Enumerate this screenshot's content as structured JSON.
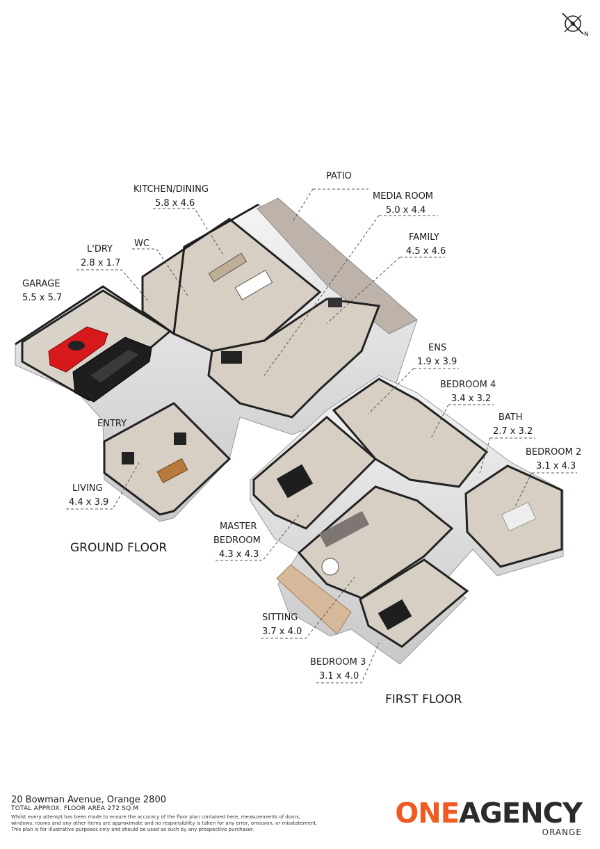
{
  "compass": {
    "icon": "compass-icon",
    "north_label": "N"
  },
  "rooms": [
    {
      "id": "patio",
      "name": "PATIO",
      "size": ""
    },
    {
      "id": "kitchen",
      "name": "KITCHEN/DINING",
      "size": "5.8 x 4.6"
    },
    {
      "id": "media",
      "name": "MEDIA ROOM",
      "size": "5.0 x 4.4"
    },
    {
      "id": "wc",
      "name": "WC",
      "size": ""
    },
    {
      "id": "laundry",
      "name": "L'DRY",
      "size": "2.8 x 1.7"
    },
    {
      "id": "family",
      "name": "FAMILY",
      "size": "4.5 x 4.6"
    },
    {
      "id": "garage",
      "name": "GARAGE",
      "size": "5.5 x 5.7"
    },
    {
      "id": "ens",
      "name": "ENS",
      "size": "1.9 x 3.9"
    },
    {
      "id": "bed4",
      "name": "BEDROOM 4",
      "size": "3.4 x 3.2"
    },
    {
      "id": "entry",
      "name": "ENTRY",
      "size": ""
    },
    {
      "id": "bath",
      "name": "BATH",
      "size": "2.7 x 3.2"
    },
    {
      "id": "bed2",
      "name": "BEDROOM 2",
      "size": "3.1 x 4.3"
    },
    {
      "id": "living",
      "name": "LIVING",
      "size": "4.4 x 3.9"
    },
    {
      "id": "master",
      "name": "MASTER",
      "name2": "BEDROOM",
      "size": "4.3 x 4.3"
    },
    {
      "id": "sitting",
      "name": "SITTING",
      "size": "3.7 x 4.0"
    },
    {
      "id": "bed3",
      "name": "BEDROOM 3",
      "size": "3.1 x 4.0"
    }
  ],
  "floors": {
    "ground": "GROUND FLOOR",
    "first": "FIRST FLOOR"
  },
  "footer": {
    "address": "20 Bowman Avenue, Orange 2800",
    "area": "TOTAL APPROX. FLOOR AREA 272 SQ.M",
    "disclaimer_1": "Whilst every attempt has been made to ensure the accuracy of the floor plan contained here, measurements of doors,",
    "disclaimer_2": "windows, rooms and any other items are approximate and no responsibility is taken for any error, omission, or misstatement.",
    "disclaimer_3": "This plan is for illustrative purposes only and should be used as such by any prospective purchaser."
  },
  "brand": {
    "part1": "ONE",
    "part2": "AGENCY",
    "sub": "ORANGE"
  },
  "colors": {
    "brand_orange": "#f05a22",
    "floor": "#d8cfc4",
    "wall": "#ffffff",
    "wall_shadow": "#cfcfcf",
    "outline": "#1e1e1e"
  }
}
